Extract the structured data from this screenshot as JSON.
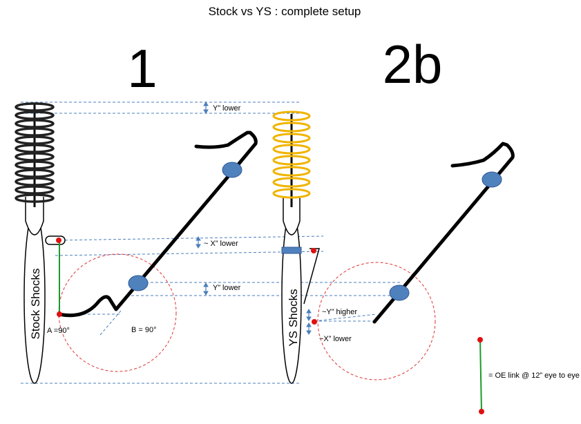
{
  "title": "Stock vs YS : complete setup",
  "panel_left": {
    "number": "1",
    "shock_label": "Stock Shocks",
    "ann_y_lower_top": "Y” lower",
    "ann_x_lower": "~ X” lower",
    "ann_y_lower_mid": "Y” lower",
    "angle_a": "A =90°",
    "angle_b": "B = 90°"
  },
  "panel_right": {
    "number": "2b",
    "shock_label": "YS Shocks",
    "ann_y_higher": "~Y” higher",
    "ann_x_lower": "~X” lower"
  },
  "legend": {
    "text": "= OE link @ 12” eye to eye"
  },
  "colors": {
    "guide_line": "#4a7ebb",
    "red_circle": "#e03030",
    "red_dot": "#e01010",
    "link_green": "#1a9a2a",
    "yellow_spring": "#f0b400",
    "blue_pivot": "#4f81bd",
    "stroke_black": "#000000"
  }
}
